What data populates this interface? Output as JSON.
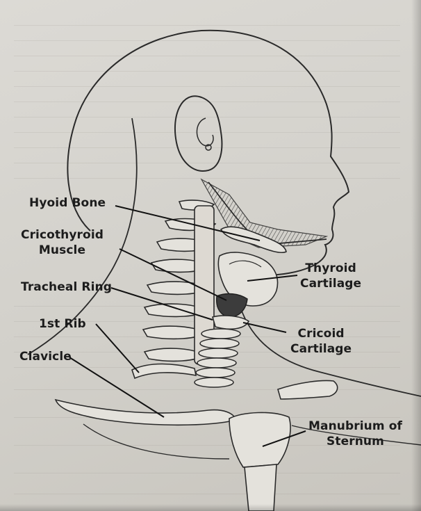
{
  "labels": {
    "hyoid_bone": "Hyoid Bone",
    "cricothyroid_muscle": "Cricothyroid\nMuscle",
    "tracheal_ring": "Tracheal Ring",
    "first_rib": "1st Rib",
    "clavicle": "Clavicle",
    "thyroid_cartilage": "Thyroid\nCartilage",
    "cricoid_cartilage": "Cricoid\nCartilage",
    "manubrium_of_sternum": "Manubrium of\nSternum"
  },
  "colors": {
    "line": "#2a2a2a",
    "bone_fill": "#e4e2dc",
    "muscle_fill": "#3c3c3c",
    "paper": "#d6d3cc"
  }
}
